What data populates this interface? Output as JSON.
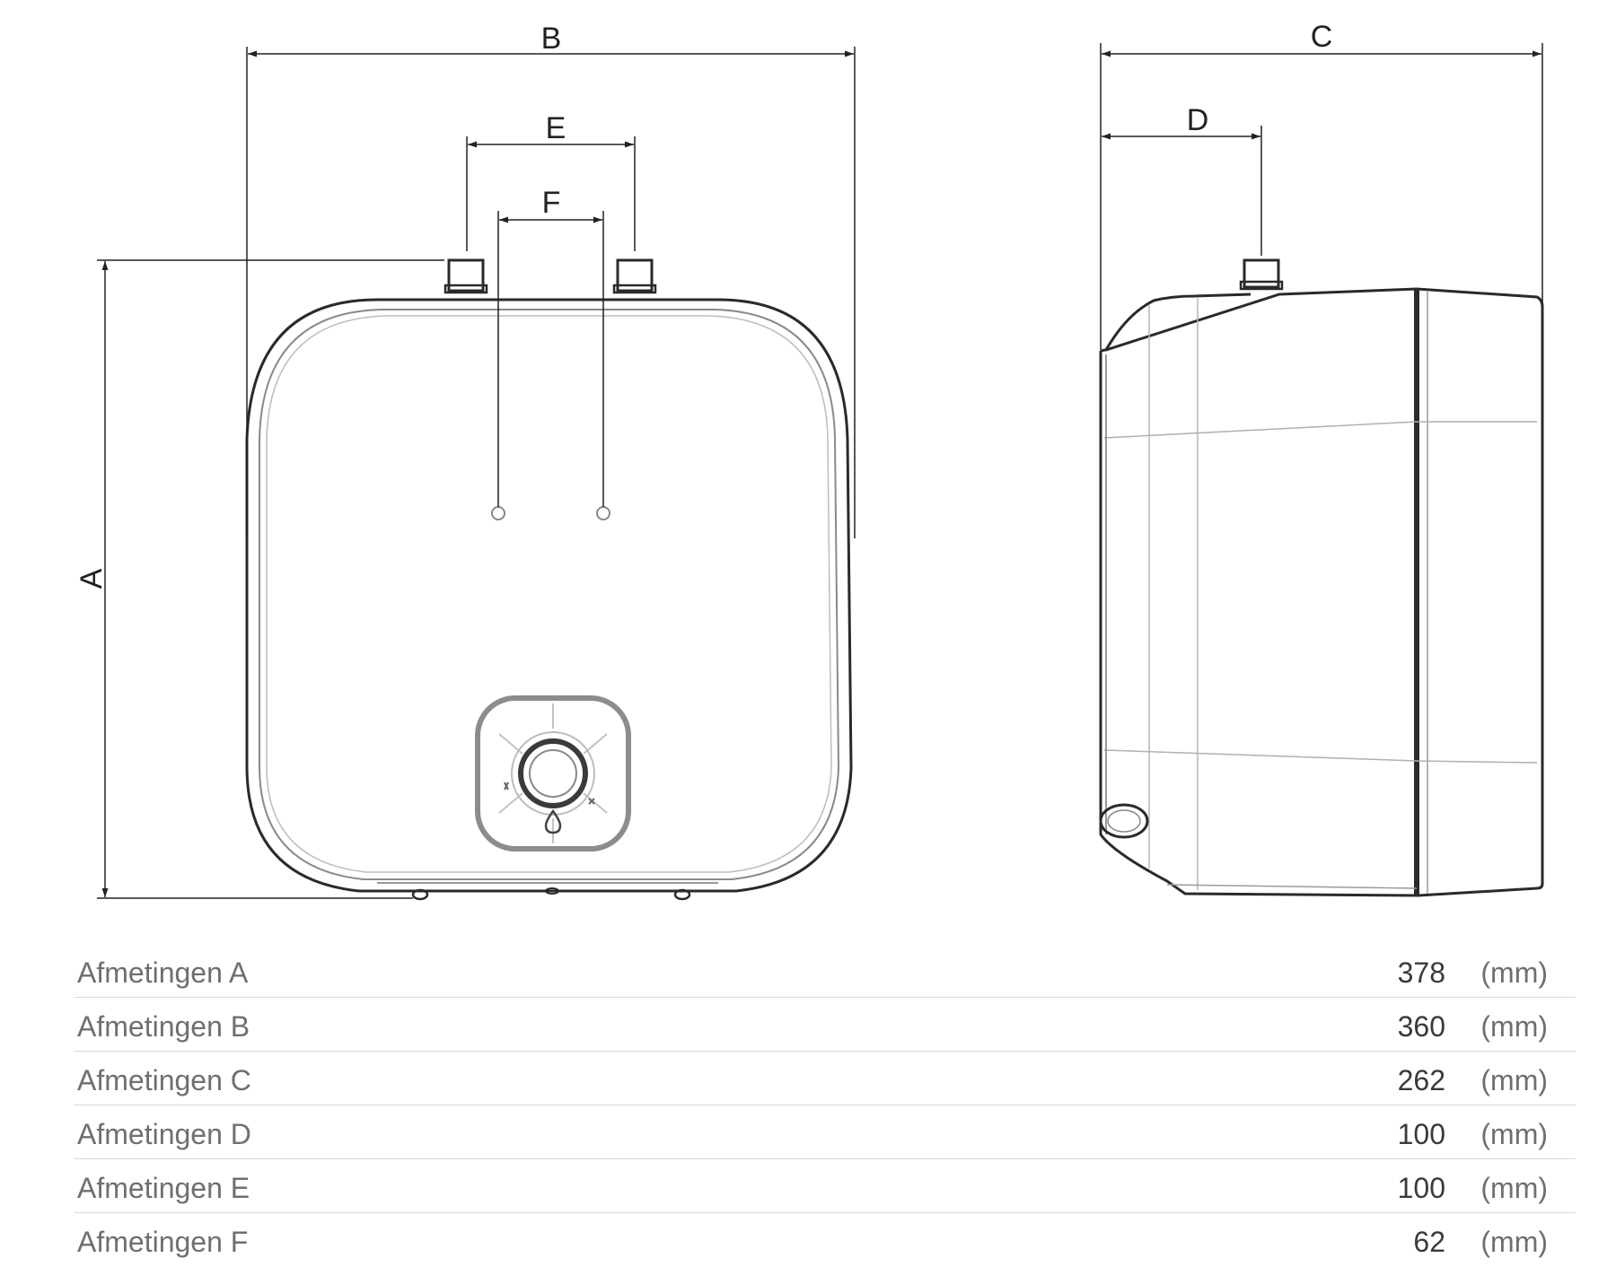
{
  "diagram": {
    "dimension_labels": {
      "a": "A",
      "b": "B",
      "c": "C",
      "d": "D",
      "e": "E",
      "f": "F"
    }
  },
  "specs": [
    {
      "label": "Afmetingen A",
      "value": "378",
      "unit": "(mm)"
    },
    {
      "label": "Afmetingen B",
      "value": "360",
      "unit": "(mm)"
    },
    {
      "label": "Afmetingen C",
      "value": "262",
      "unit": "(mm)"
    },
    {
      "label": "Afmetingen D",
      "value": "100",
      "unit": "(mm)"
    },
    {
      "label": "Afmetingen E",
      "value": "100",
      "unit": "(mm)"
    },
    {
      "label": "Afmetingen F",
      "value": "62",
      "unit": "(mm)"
    }
  ]
}
